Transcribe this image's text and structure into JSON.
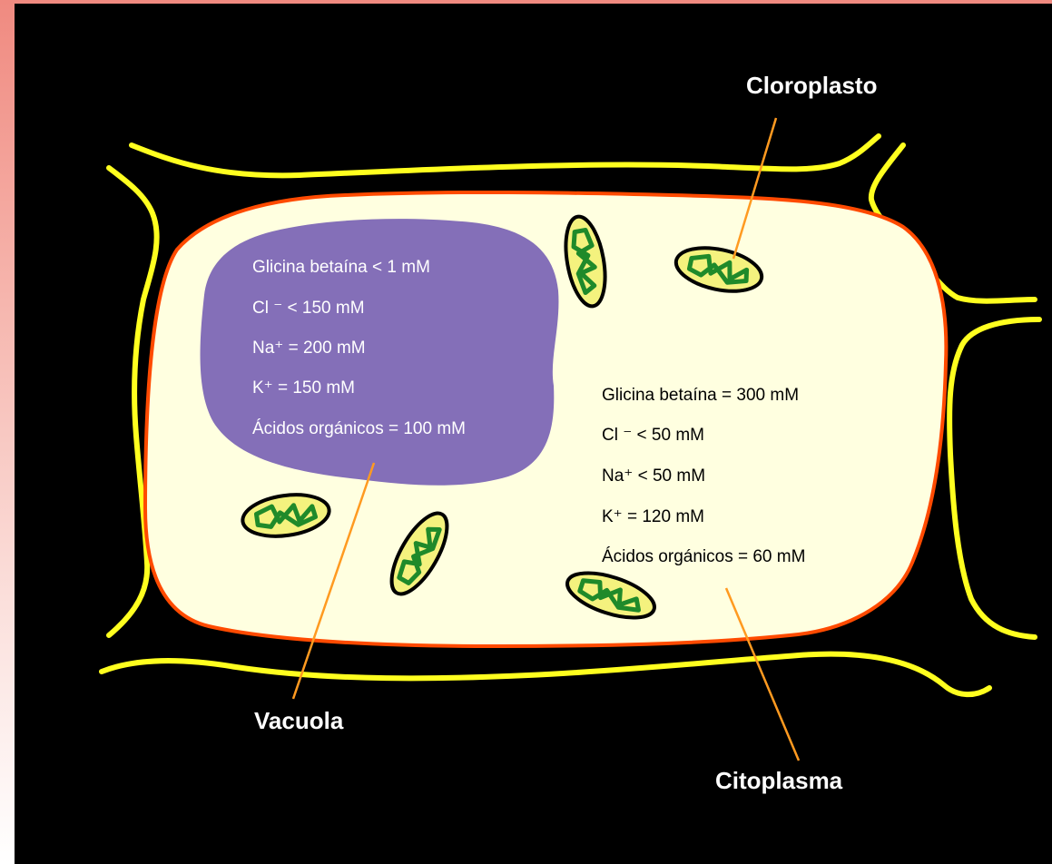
{
  "labels": {
    "chloroplast": "Cloroplasto",
    "vacuole": "Vacuola",
    "cytoplasm": "Citoplasma"
  },
  "vacuole_concentrations": {
    "glycine_betaine": "Glicina betaína < 1 mM",
    "chloride": "Cl ⁻ < 150 mM",
    "sodium": "Na⁺ = 200 mM",
    "potassium": "K⁺ = 150 mM",
    "organic_acids": "Ácidos orgánicos = 100 mM"
  },
  "cytoplasm_concentrations": {
    "glycine_betaine": "Glicina betaína = 300 mM",
    "chloride": "Cl ⁻ <  50 mM",
    "sodium": "Na⁺ <  50 mM",
    "potassium": "K⁺ = 120 mM",
    "organic_acids": "Ácidos orgánicos = 60 mM"
  },
  "colors": {
    "background": "#000000",
    "cell_wall": "#ffff1f",
    "membrane": "#ff4a00",
    "cytoplasm_fill": "#ffffe0",
    "vacuole_fill": "#846fb8",
    "chloroplast_fill": "#f4f27e",
    "thylakoid": "#1f8a2a",
    "leader_line": "#ff9a20"
  }
}
